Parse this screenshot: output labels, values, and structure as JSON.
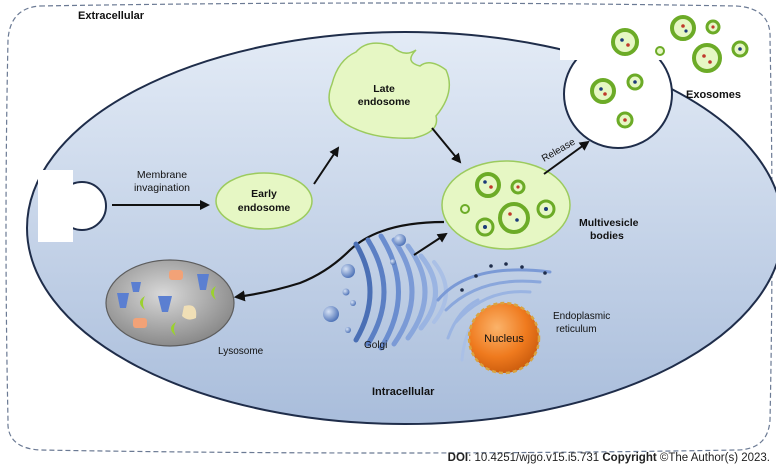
{
  "labels": {
    "extracellular": "Extracellular",
    "intracellular": "Intracellular",
    "membrane_invagination": [
      "Membrane",
      "invagination"
    ],
    "early_endosome": [
      "Early",
      "endosome"
    ],
    "late_endosome": [
      "Late",
      "endosome"
    ],
    "multivesicle_bodies": [
      "Multivesicle",
      "bodies"
    ],
    "release": "Release",
    "exosomes": "Exosomes",
    "lysosome": "Lysosome",
    "golgi": "Golgi",
    "endoplasmic_reticulum": [
      "Endoplasmic",
      "reticulum"
    ],
    "nucleus": "Nucleus"
  },
  "footer": {
    "doi_label": "DOI",
    "doi_value": ": 10.4251/wjgo.v15.i5.731",
    "copyright_label": "Copyright",
    "copyright_value": " ©The Author(s) 2023."
  },
  "colors": {
    "cell_fill": "#c9d6ea",
    "cell_stroke": "#1f2d4a",
    "vesicle_fill": "#e6f7c4",
    "vesicle_stroke": "#8fc13f",
    "exosome_ring": "#6cab27",
    "nucleus": "#ef7a1e",
    "golgi": "#4a6fb5",
    "lysosome": "#8a8a8a"
  }
}
